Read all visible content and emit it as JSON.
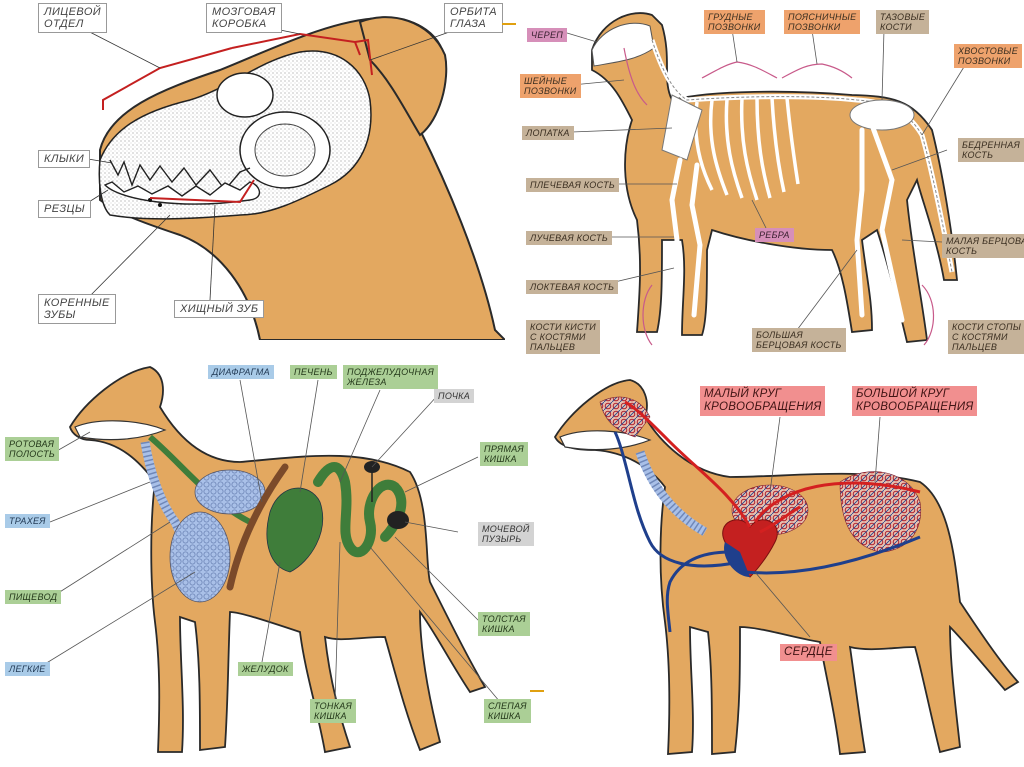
{
  "colors": {
    "dog_body": "#e3a860",
    "outline": "#2a2a2a",
    "bone": "#ffffff",
    "organ_green": "#3f7d3a",
    "lung_blue": "#a9c0e8",
    "artery_red": "#d42020",
    "vein_blue": "#1f3f8c"
  },
  "skull_panel": {
    "labels": {
      "facial": "ЛИЦЕВОЙ\nОТДЕЛ",
      "cranium": "МОЗГОВАЯ\nКОРОБКА",
      "orbit": "ОРБИТА\nГЛАЗА",
      "canines": "КЛЫКИ",
      "incisors": "РЕЗЦЫ",
      "molars": "КОРЕННЫЕ\nЗУБЫ",
      "carnassial": "ХИЩНЫЙ ЗУБ"
    }
  },
  "skeleton_panel": {
    "labels": {
      "skull": "ЧЕРЕП",
      "cervical": "ШЕЙНЫЕ\nПОЗВОНКИ",
      "scapula": "ЛОПАТКА",
      "humerus": "ПЛЕЧЕВАЯ КОСТЬ",
      "radius": "ЛУЧЕВАЯ КОСТЬ",
      "ulna": "ЛОКТЕВАЯ КОСТЬ",
      "forepaw": "КОСТИ КИСТИ\nС КОСТЯМИ\nПАЛЬЦЕВ",
      "thoracic": "ГРУДНЫЕ\nПОЗВОНКИ",
      "lumbar": "ПОЯСНИЧНЫЕ\nПОЗВОНКИ",
      "pelvic": "ТАЗОВЫЕ\nКОСТИ",
      "tail": "ХВОСТОВЫЕ\nПОЗВОНКИ",
      "femur": "БЕДРЕННАЯ\nКОСТЬ",
      "ribs": "РЕБРА",
      "fibula": "МАЛАЯ БЕРЦОВАЯ\nКОСТЬ",
      "tibia": "БОЛЬШАЯ\nБЕРЦОВАЯ КОСТЬ",
      "hindpaw": "КОСТИ СТОПЫ\nС КОСТЯМИ\nПАЛЬЦЕВ"
    }
  },
  "organs_panel": {
    "labels": {
      "mouth": "РОТОВАЯ\nПОЛОСТЬ",
      "trachea": "ТРАХЕЯ",
      "esophagus": "ПИЩЕВОД",
      "lungs": "ЛЕГКИЕ",
      "diaphragm": "ДИАФРАГМА",
      "liver": "ПЕЧЕНЬ",
      "pancreas": "ПОДЖЕЛУДОЧНАЯ\nЖЕЛЕЗА",
      "kidney": "ПОЧКА",
      "rectum": "ПРЯМАЯ\nКИШКА",
      "bladder": "МОЧЕВОЙ\nПУЗЫРЬ",
      "large_intestine": "ТОЛСТАЯ\nКИШКА",
      "stomach": "ЖЕЛУДОК",
      "small_intestine": "ТОНКАЯ\nКИШКА",
      "cecum": "СЛЕПАЯ\nКИШКА"
    }
  },
  "circulation_panel": {
    "labels": {
      "pulmonary": "МАЛЫЙ КРУГ\nКРОВООБРАЩЕНИЯ",
      "systemic": "БОЛЬШОЙ КРУГ\nКРОВООБРАЩЕНИЯ",
      "heart": "СЕРДЦЕ"
    }
  }
}
